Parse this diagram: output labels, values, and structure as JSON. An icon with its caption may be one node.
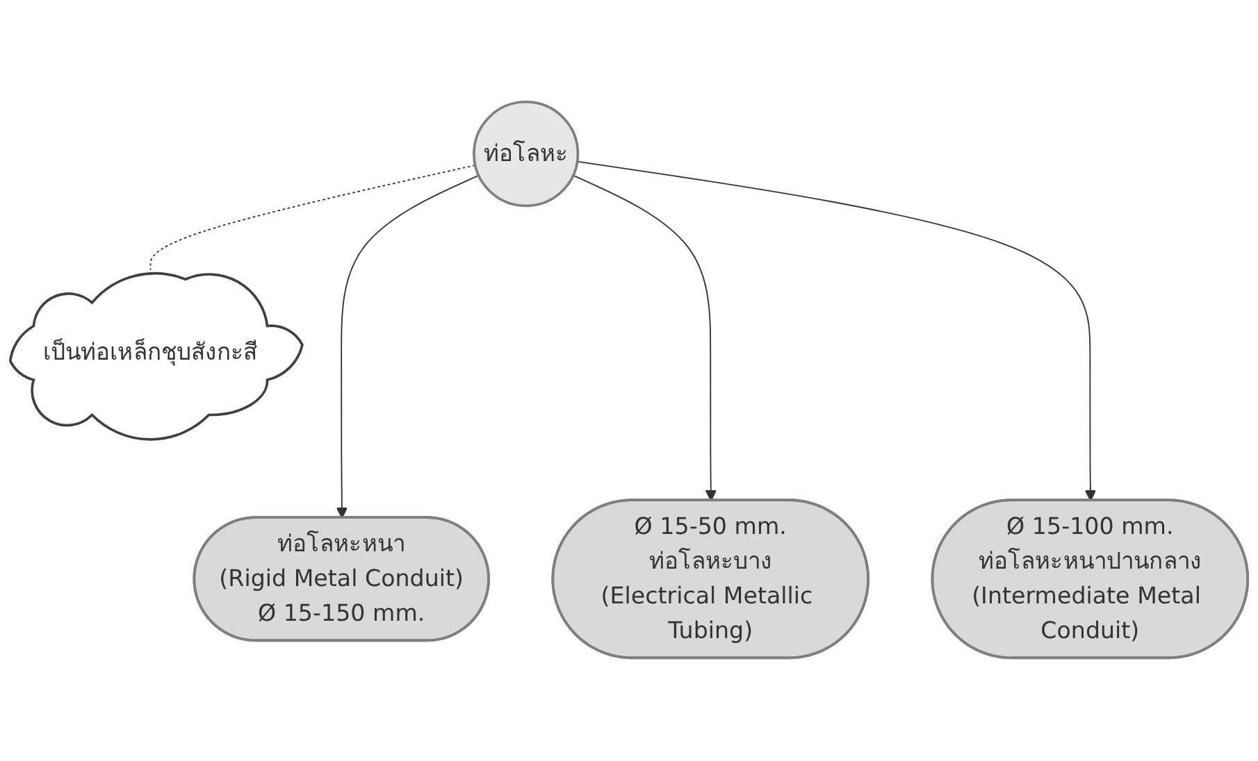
{
  "diagram": {
    "nodes": [
      {
        "text": [
          "ท่อโลหะ"
        ]
      },
      {
        "text": [
          "ท่อโลหะหนา",
          "(Rigid Metal Conduit)",
          "Ø 15-150 mm."
        ]
      },
      {
        "text": [
          "เป็นท่อเหล็กชุบสังกะสี"
        ]
      },
      {
        "text": [
          "Ø 15-50 mm.",
          "ท่อโลหะบาง",
          "(Electrical Metallic Tubing)"
        ]
      },
      {
        "text": [
          "Ø 15-100 mm.",
          "ท่อโลหะหนาปานกลาง",
          "(Intermediate Metal Conduit)"
        ]
      }
    ],
    "edges": [
      {
        "from": 0,
        "to": 1,
        "arrow": "to"
      },
      {
        "from": 0,
        "to": 2,
        "arrow": "none",
        "style": "dashed"
      },
      {
        "from": 0,
        "to": 3,
        "arrow": "to"
      },
      {
        "from": 0,
        "to": 4,
        "arrow": "to"
      }
    ]
  }
}
